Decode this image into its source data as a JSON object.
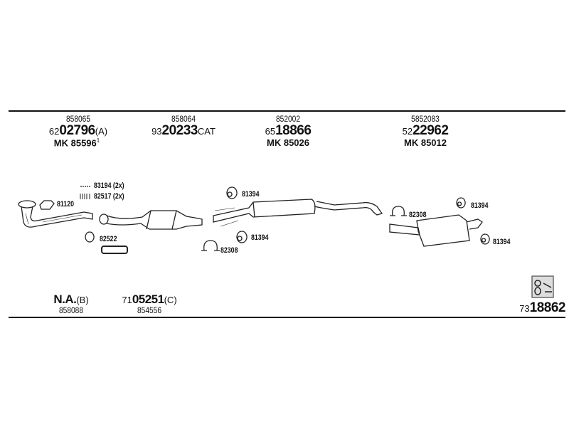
{
  "groups": [
    {
      "ref": "858065",
      "prefix": "62",
      "number": "02796",
      "suffix": "(A)",
      "mk": "MK 85596",
      "note": "1"
    },
    {
      "ref": "858064",
      "prefix": "93",
      "number": "20233",
      "suffix": "CAT"
    },
    {
      "ref": "852002",
      "prefix": "65",
      "number": "18866",
      "suffix": "",
      "mk": "MK 85026"
    },
    {
      "ref": "5852083",
      "prefix": "52",
      "number": "22962",
      "suffix": "",
      "mk": "MK 85012"
    }
  ],
  "parts": {
    "p83194": "83194 (2x)",
    "p82517": "82517 (2x)",
    "p81120": "81120",
    "p82522": "82522",
    "p81394a": "81394",
    "p81394b": "81394",
    "p82308a": "82308",
    "p82308b": "82308",
    "p81394c": "81394",
    "p81394d": "81394"
  },
  "bottom": {
    "na": {
      "label": "N.A.",
      "suffix": "(B)",
      "ref": "858088"
    },
    "second": {
      "prefix": "71",
      "number": "05251",
      "suffix": "(C)",
      "ref": "854556"
    },
    "kit": {
      "prefix": "73",
      "number": "18862"
    }
  }
}
